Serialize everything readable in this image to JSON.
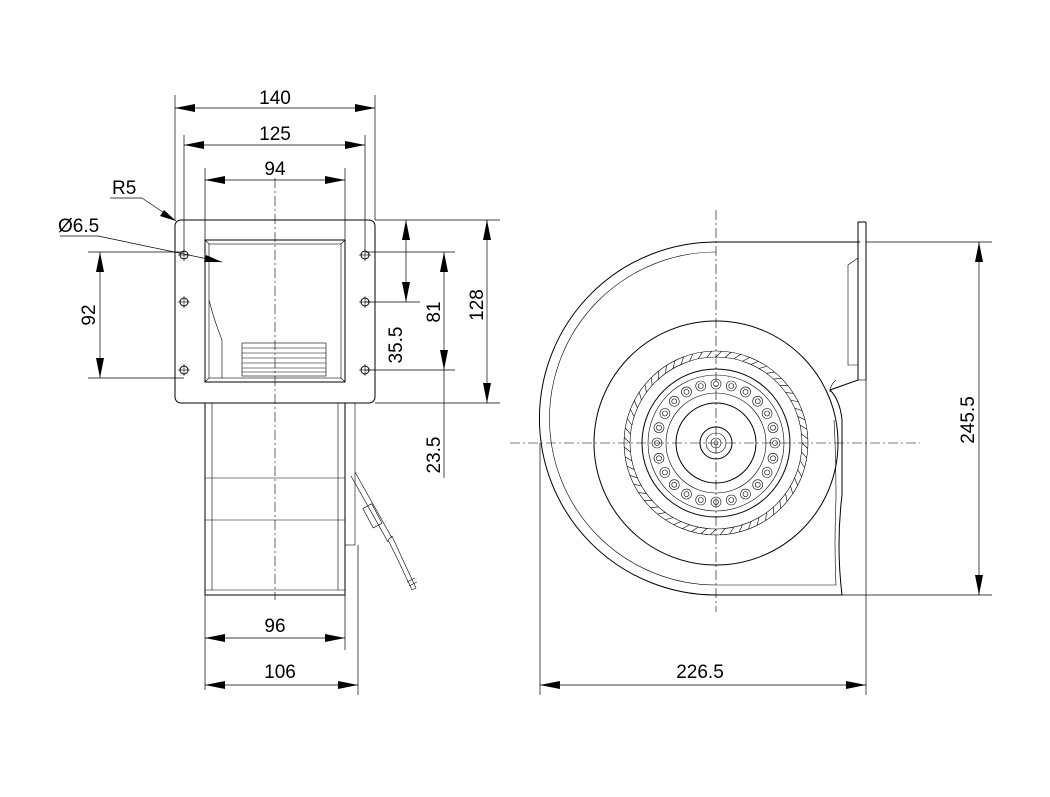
{
  "dimensions": {
    "d140": "140",
    "d125": "125",
    "d94": "94",
    "r5": "R5",
    "hole": "Ø6.5",
    "d92": "92",
    "d35_5": "35.5",
    "d81": "81",
    "d128": "128",
    "d23_5": "23.5",
    "d96": "96",
    "d106": "106",
    "d245_5": "245.5",
    "d226_5": "226.5"
  }
}
